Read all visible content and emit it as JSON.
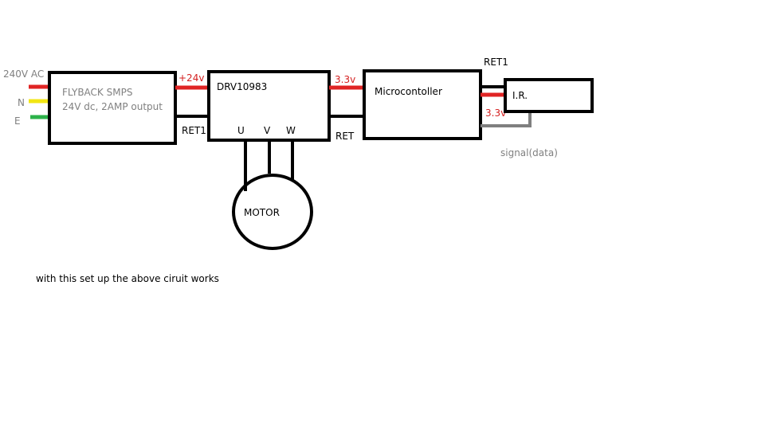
{
  "colors": {
    "line": "#000000",
    "red_wire": "#e02424",
    "yellow_wire": "#f2e614",
    "green_wire": "#2db24a",
    "gray_wire": "#7f7f7f",
    "muted_text": "#808080",
    "red_text": "#d42020"
  },
  "ac_input": {
    "label": "240V AC",
    "line_n": "N",
    "line_e": "E"
  },
  "smps": {
    "title": "FLYBACK SMPS",
    "subtitle": "24V dc, 2AMP output",
    "out_voltage": "+24v",
    "ret_label": "RET1"
  },
  "driver": {
    "name": "DRV10983",
    "phase_u": "U",
    "phase_v": "V",
    "phase_w": "W",
    "out_voltage": "3.3v",
    "ret_label": "RET"
  },
  "motor": {
    "label": "MOTOR"
  },
  "mcu": {
    "name": "Microcontoller",
    "ret_label": "RET1",
    "ir_voltage": "3.3v"
  },
  "ir": {
    "label": "I.R.",
    "signal_label": "signal(data)"
  },
  "note": "with this set up the above ciruit works"
}
